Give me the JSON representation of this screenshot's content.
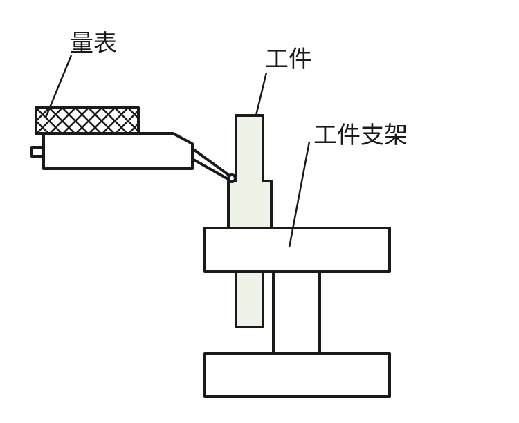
{
  "labels": {
    "gauge": "量表",
    "workpiece": "工件",
    "workpiece_support": "工件支架"
  },
  "colors": {
    "workpiece_fill": "#eef3e8",
    "stroke": "#1a1a1a"
  }
}
